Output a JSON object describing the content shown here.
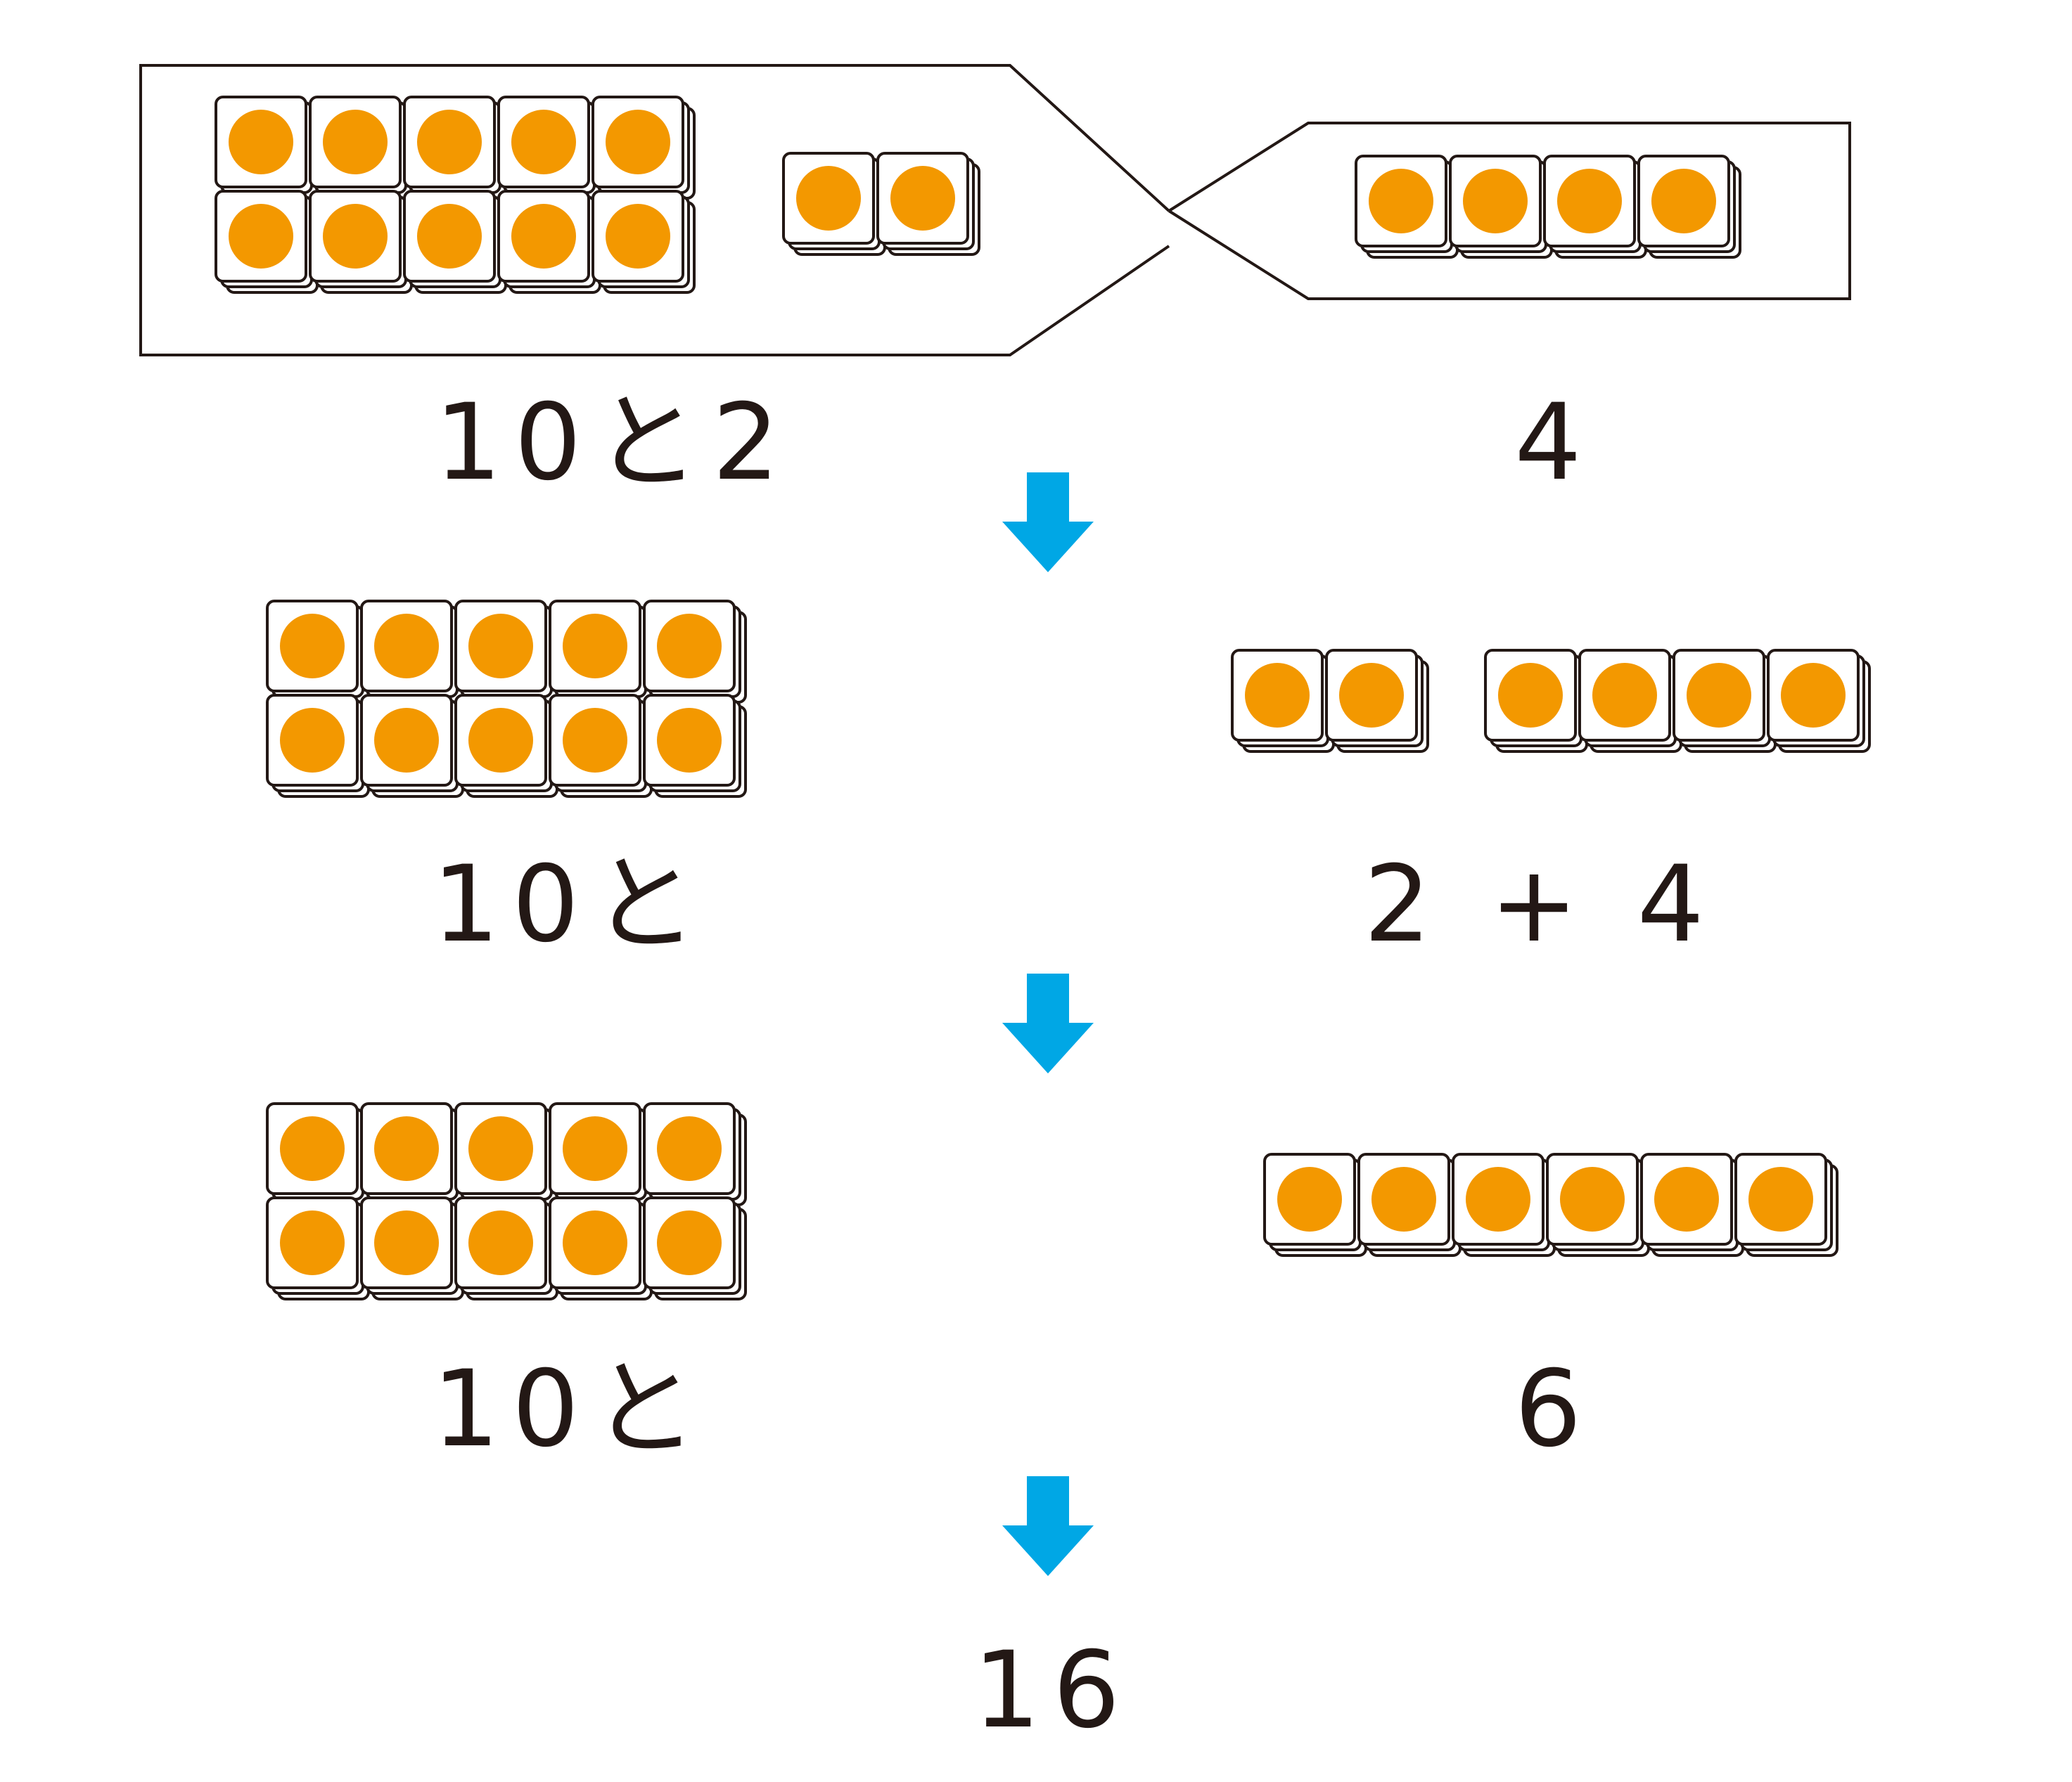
{
  "colors": {
    "dot": "#F39800",
    "arrow": "#00A7E5",
    "line": "#231815",
    "cube_face": "#ffffff"
  },
  "icons": {
    "cube": "unit-cube-with-orange-dot",
    "arrow": "down-arrow-icon"
  },
  "step1": {
    "ten_rows": 2,
    "ten_per_row": 5,
    "ones_group_a": 2,
    "ones_group_b": 4,
    "label_left": "10と2",
    "label_right": "4"
  },
  "step2": {
    "ten_rows": 2,
    "ten_per_row": 5,
    "ones_group_a": 2,
    "ones_group_b": 4,
    "label_left": "10と",
    "label_right": "2 + 4"
  },
  "step3": {
    "ten_rows": 2,
    "ten_per_row": 5,
    "ones_group": 6,
    "label_left": "10と",
    "label_right": "6"
  },
  "result": {
    "label": "16"
  }
}
